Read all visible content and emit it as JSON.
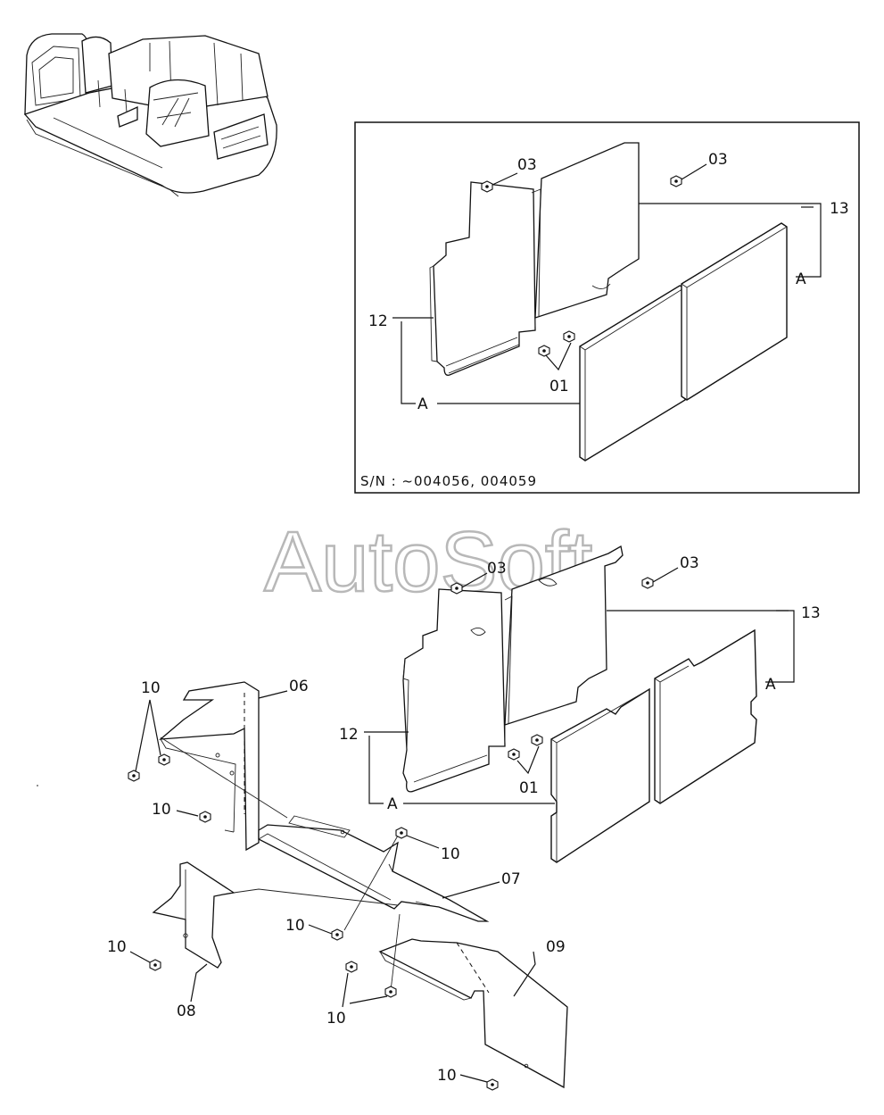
{
  "inset": {
    "serial_label": "S/N :  ~004056, 004059",
    "callouts": {
      "screw_top_left": "03",
      "screw_top_right": "03",
      "cover_right": "13",
      "cover_left": "12",
      "pad_ref_right": "A",
      "pad_ref_left": "A",
      "screws_bottom": "01"
    }
  },
  "main": {
    "callouts": {
      "screw_top_left": "03",
      "screw_top_right": "03",
      "cover_right": "13",
      "cover_left": "12",
      "pad_ref_right": "A",
      "pad_ref_left": "A",
      "screws_bottom": "01"
    }
  },
  "lower": {
    "callouts": {
      "bolts_top_pair": "10",
      "bracket_06": "06",
      "bolt_left_mid": "10",
      "bolt_center": "10",
      "plate_07": "07",
      "bolt_lower_center": "10",
      "bolt_left_low": "10",
      "bracket_08": "08",
      "plate_09": "09",
      "bolts_bottom_pair": "10",
      "bolt_bottom_right": "10"
    }
  },
  "watermark": "AutoSoft"
}
